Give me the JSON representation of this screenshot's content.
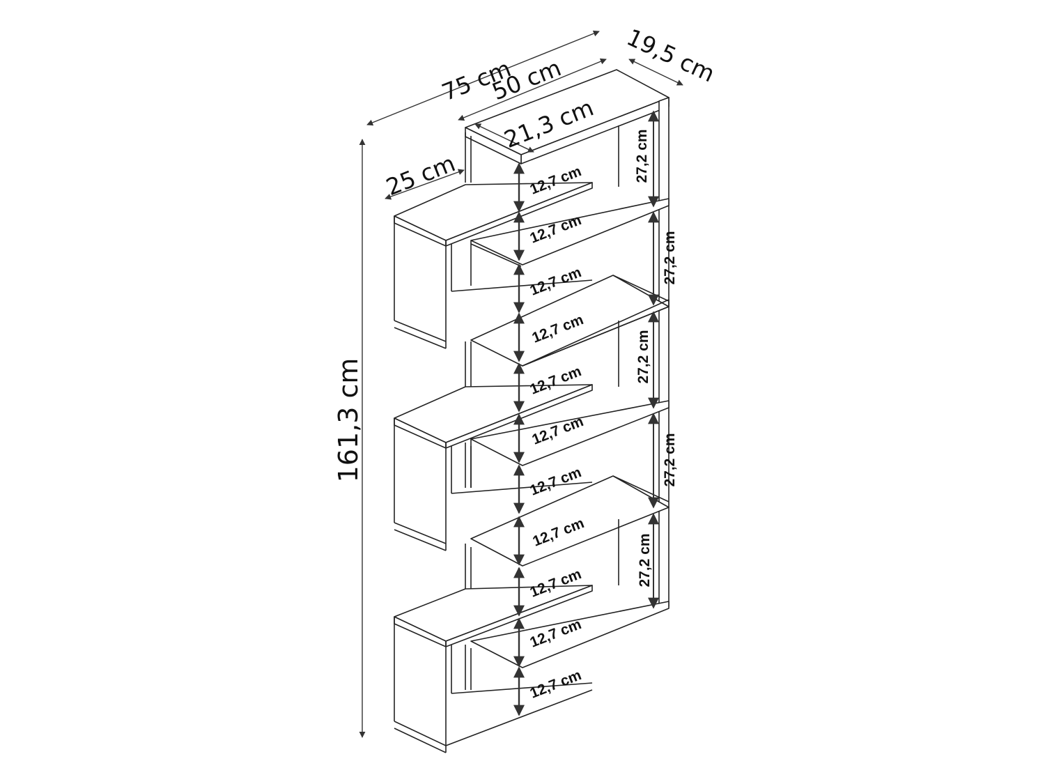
{
  "dimensions": {
    "total_width": "75 cm",
    "upper_width": "50 cm",
    "depth": "19,5 cm",
    "inner_depth": "21,3 cm",
    "side_width": "25 cm",
    "total_height": "161,3 cm",
    "shelf_gap": "12,7 cm",
    "compartment_height": "27,2 cm"
  },
  "colors": {
    "line": "#222222",
    "arrow": "#333333",
    "background": "#ffffff"
  }
}
